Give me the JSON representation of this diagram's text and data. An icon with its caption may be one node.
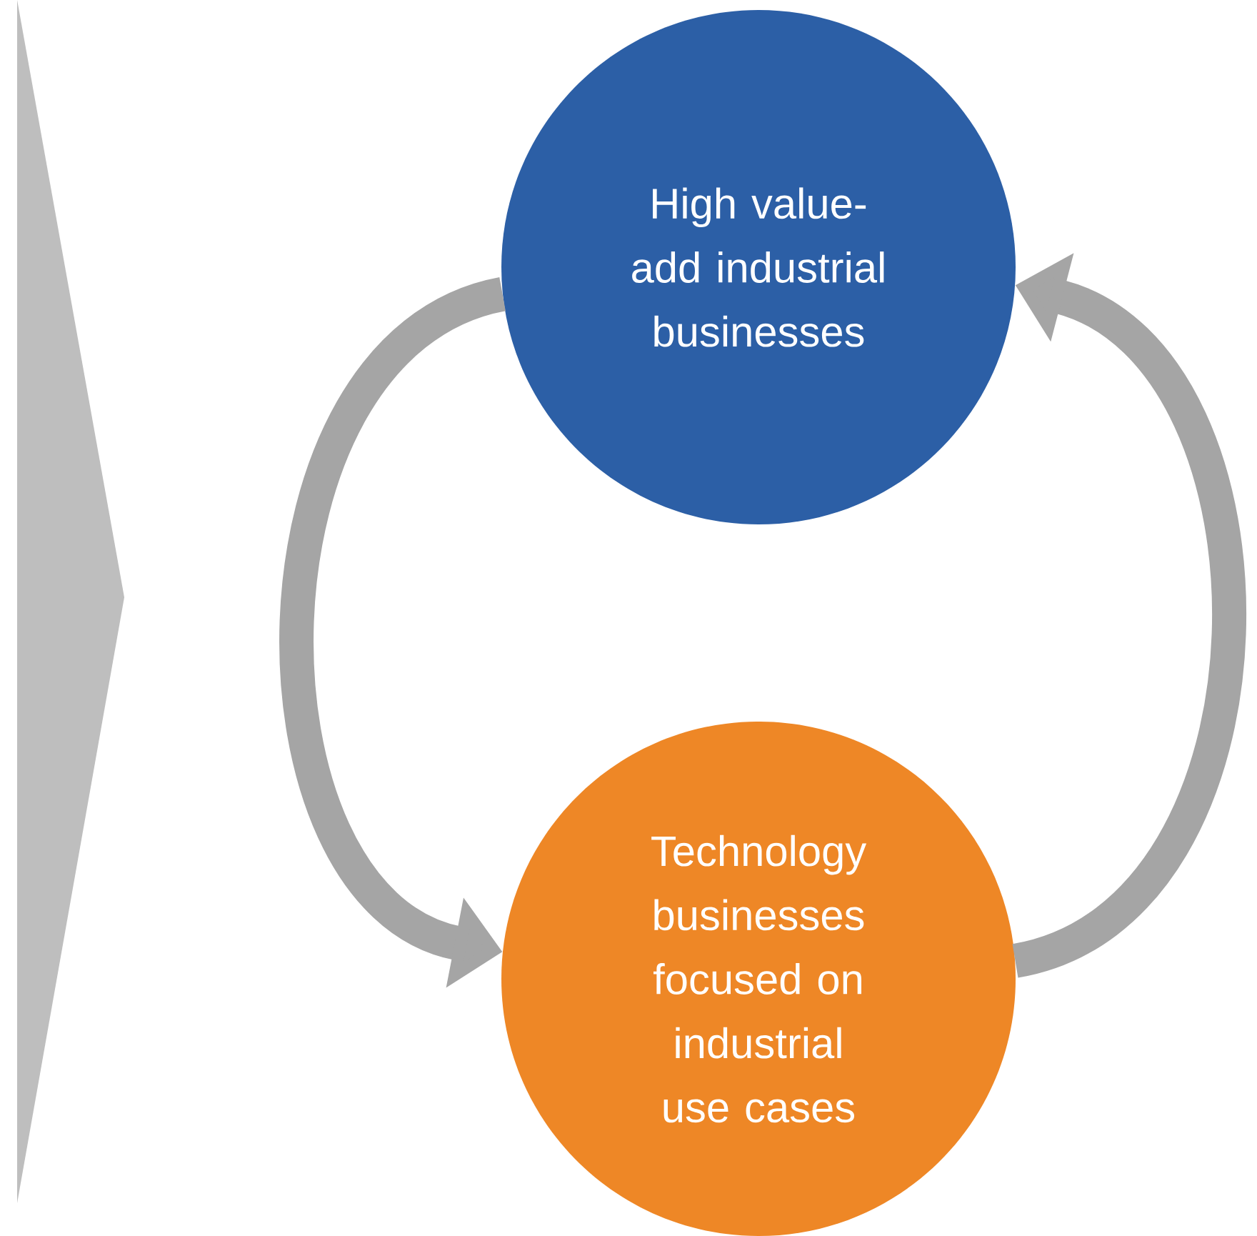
{
  "diagram": {
    "nodes": [
      {
        "text": [],
        "shape": "chevron"
      },
      {
        "text": [
          "High value-add industrial businesses"
        ]
      },
      {
        "text": [
          "Technology businesses focused on industrial use cases"
        ]
      }
    ],
    "edges": [
      {
        "from": 1,
        "to": 2,
        "arrow": "to"
      },
      {
        "from": 2,
        "to": 1,
        "arrow": "to"
      }
    ]
  }
}
